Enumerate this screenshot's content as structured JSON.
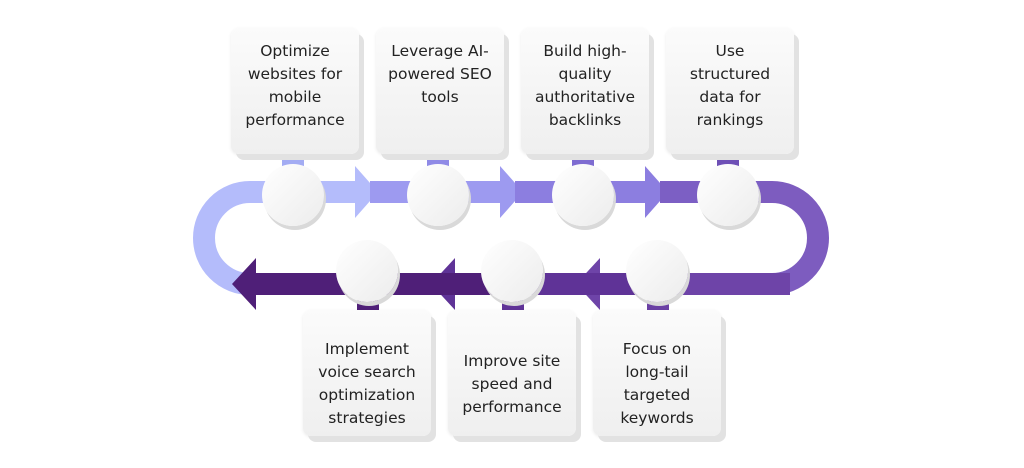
{
  "diagram": {
    "title": "SEO strategy cycle",
    "colors": {
      "step1": "#b4bcfb",
      "step2": "#9d9af0",
      "step3": "#8c7ee0",
      "step4": "#7c5fc4",
      "step5": "#6e44a8",
      "step6": "#5f3397",
      "step7": "#4f1f78"
    },
    "top_steps": [
      {
        "label": "Optimize\nwebsites for\nmobile\nperformance"
      },
      {
        "label": "Leverage AI-\npowered SEO\ntools"
      },
      {
        "label": "Build high-\nquality\nauthoritative\nbacklinks"
      },
      {
        "label": "Use\nstructured\ndata for\nrankings"
      }
    ],
    "bottom_steps": [
      {
        "label": "Implement\nvoice search\noptimization\nstrategies"
      },
      {
        "label": "Improve site\nspeed and\nperformance"
      },
      {
        "label": "Focus on\nlong-tail\ntargeted\nkeywords"
      }
    ]
  }
}
